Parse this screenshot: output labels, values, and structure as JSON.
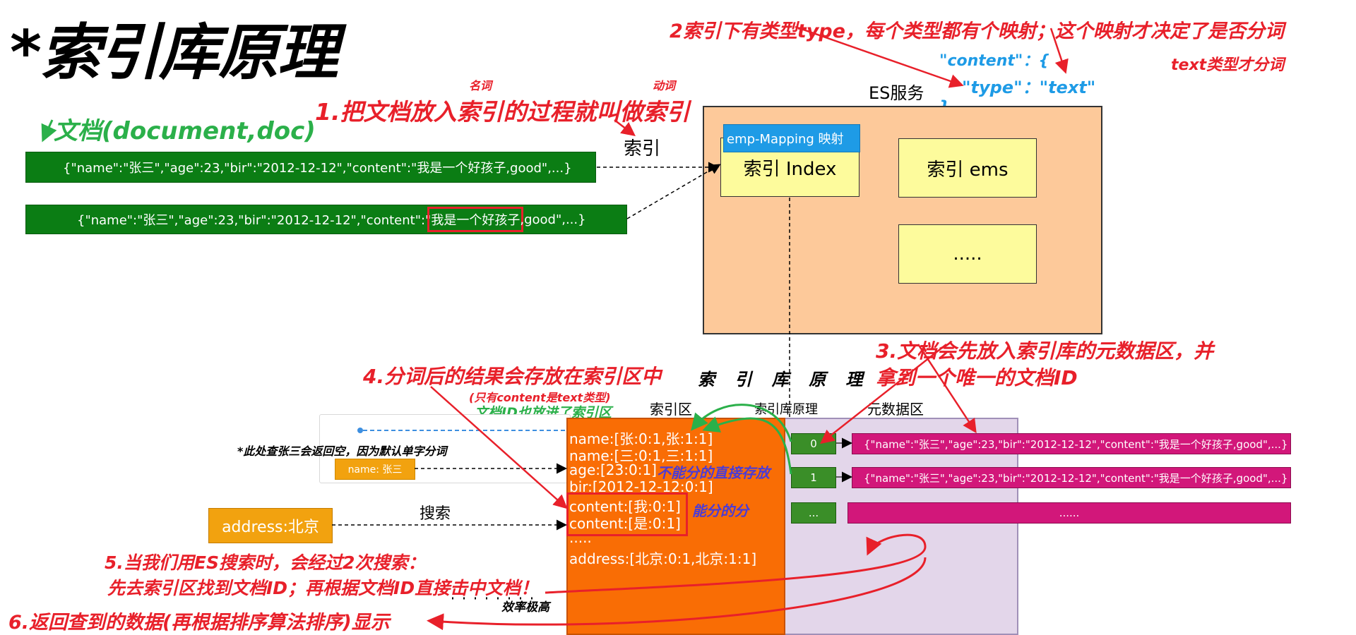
{
  "title": "*索引库原理",
  "notes": {
    "note2": "2索引下有类型type，每个类型都有个映射；这个映射才决定了是否分词",
    "content_line": "\"content\"：{",
    "type_line": "\"type\"：\"text\"",
    "close_brace": "}",
    "text_type": "text类型才分词",
    "es_service": "ES服务",
    "noun": "名词",
    "verb": "动词",
    "note1": "1.把文档放入索引的过程就叫做索引",
    "index_label": "索引",
    "doc_label": "文档(document,doc)",
    "note3a": "3.文档会先放入索引库的元数据区，并",
    "note3b": "拿到一个唯一的文档ID",
    "note4": "4.分词后的结果会存放在索引区中",
    "principle": "索 引 库 原 理",
    "only_content": "(只有content是text类型)",
    "docid_in_index": "文档ID也放进了索引区",
    "index_area_label": "索引区",
    "principle_small": "索引库原理",
    "meta_area_label": "元数据区",
    "search_note": "*此处查张三会返回空，因为默认单字分词",
    "search_label": "搜索",
    "no_split": "不能分的直接存放",
    "can_split": "能分的分",
    "note5a": "5.当我们用ES搜索时，会经过2次搜索：",
    "note5b": "先去索引区找到文档ID；再根据文档ID直接击中文档！",
    "efficiency": "效率极高",
    "note6": "6.返回查到的数据(再根据排序算法排序)显示"
  },
  "documents": [
    "{\"name\":\"张三\",\"age\":23,\"bir\":\"2012-12-12\",\"content\":\"我是一个好孩子,good\",...}",
    "{\"name\":\"张三\",\"age\":23,\"bir\":\"2012-12-12\",\"content\":\"",
    "我是一个好孩子",
    ",good\",...}"
  ],
  "es": {
    "mapping": "emp-Mapping 映射",
    "index1": "索引 Index",
    "index2": "索引 ems",
    "index3": "....."
  },
  "index_entries": [
    "name:[张:0:1,张:1:1]",
    "name:[三:0:1,三:1:1]",
    "age:[23:0:1]",
    "bir:[2012-12-12:0:1]",
    "content:[我:0:1]",
    "content:[是:0:1]",
    ".....",
    "address:[北京:0:1,北京:1:1]"
  ],
  "metadata": {
    "ids": [
      "0",
      "1",
      "..."
    ],
    "docs": [
      "{\"name\":\"张三\",\"age\":23,\"bir\":\"2012-12-12\",\"content\":\"我是一个好孩子,good\",...}",
      "{\"name\":\"张三\",\"age\":23,\"bir\":\"2012-12-12\",\"content\":\"我是一个好孩子,good\",...}",
      "......"
    ]
  },
  "search": {
    "query_tag": "name: 张三",
    "address_btn": "address:北京"
  },
  "colors": {
    "red": "#e8202a",
    "green_bar": "#0b7d14",
    "orange": "#f96d05",
    "pink": "#d2177a",
    "blue": "#1e9be6"
  }
}
